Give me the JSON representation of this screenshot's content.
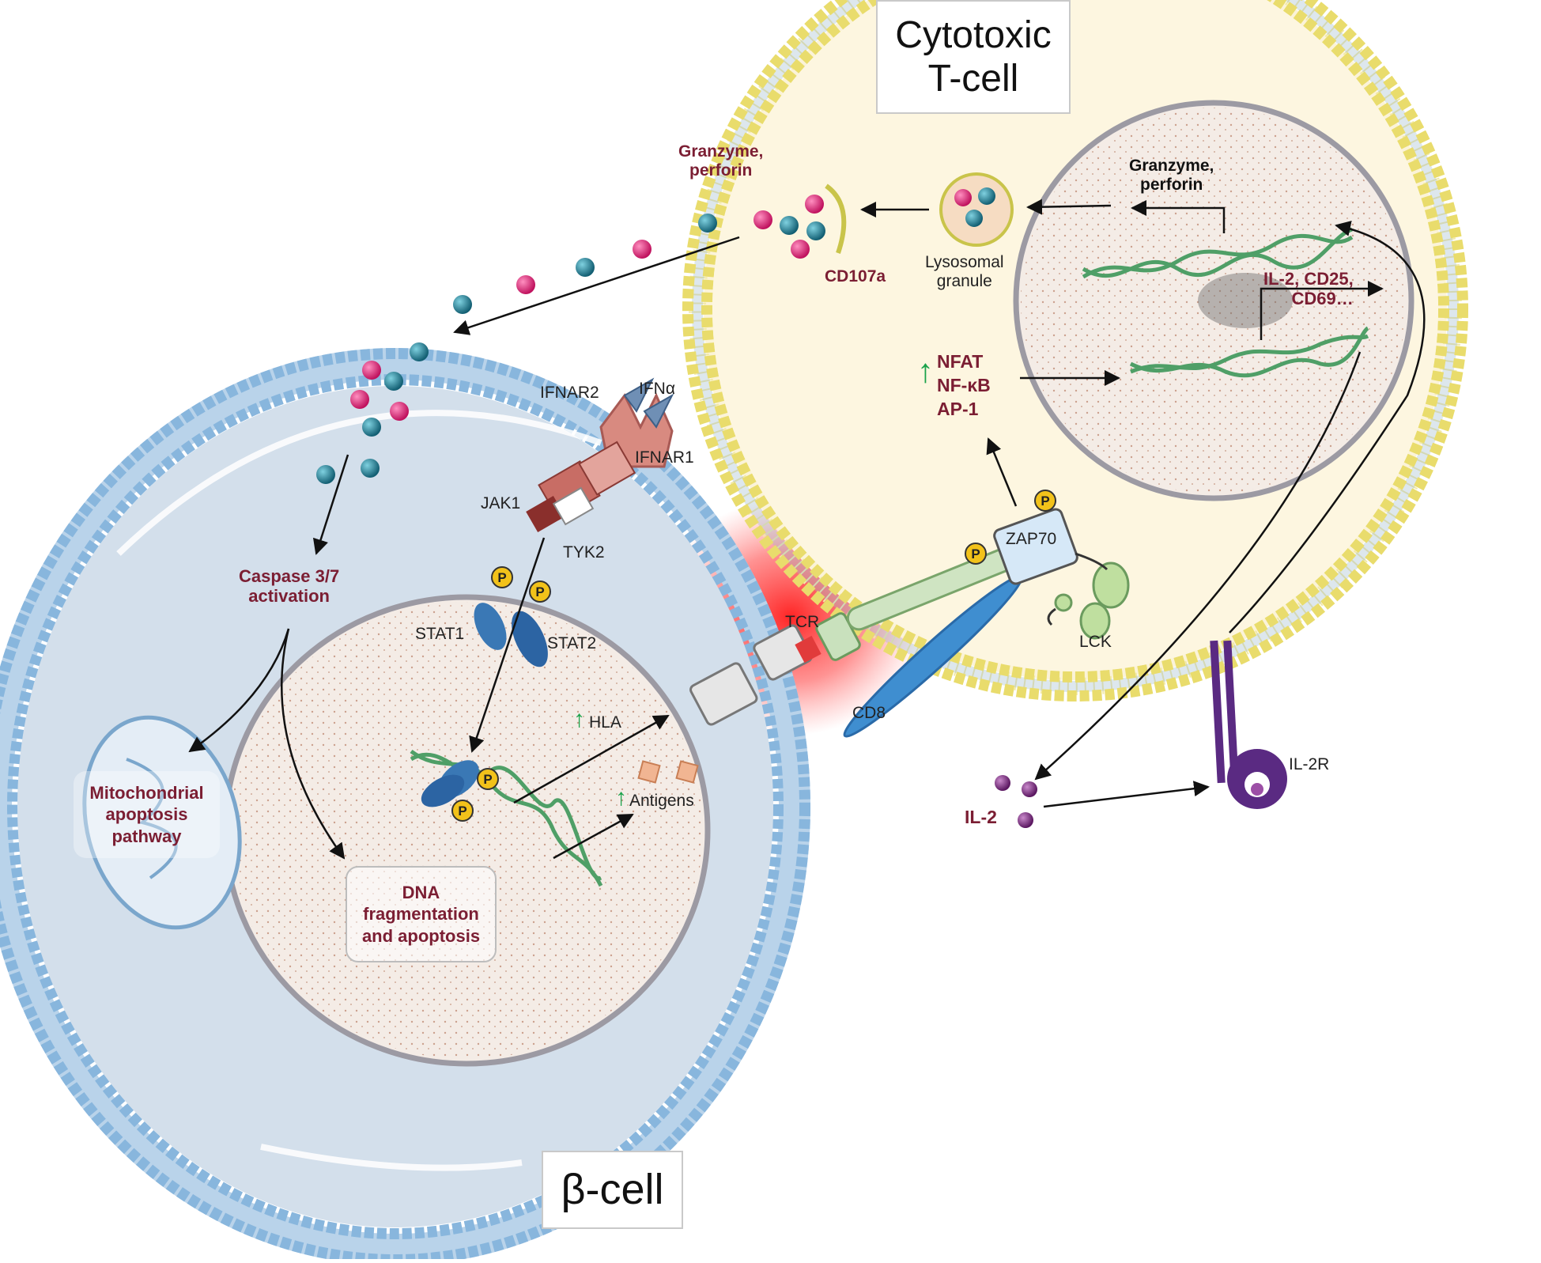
{
  "titles": {
    "tcell": "Cytotoxic\nT-cell",
    "bcell": "β-cell"
  },
  "labels": {
    "granzyme_perforin_out": "Granzyme,\nperforin",
    "granzyme_perforin_nucleus": "Granzyme,\nperforin",
    "cd107a": "CD107a",
    "lysosomal_granule": "Lysosomal\ngranule",
    "il2_cd25_cd69": "IL-2, CD25,\nCD69…",
    "tf_list": "NFAT\nNF-κB\nAP-1",
    "zap70": "ZAP70",
    "lck": "LCK",
    "tcr": "TCR",
    "cd8": "CD8",
    "il2": "IL-2",
    "il2r": "IL-2R",
    "ifnar2": "IFNAR2",
    "ifna": "IFNα",
    "ifnar1": "IFNAR1",
    "jak1": "JAK1",
    "tyk2": "TYK2",
    "stat1": "STAT1",
    "stat2": "STAT2",
    "caspase": "Caspase 3/7\nactivation",
    "mito": "Mitochondrial\napoptosis\npathway",
    "dna_frag": "DNA\nfragmentation\nand apoptosis",
    "hla": "HLA",
    "antigens": "Antigens",
    "phospho": "P",
    "up_arrow": "↑"
  },
  "colors": {
    "tcell_fill": "#fdf6e0",
    "bcell_fill": "#d4e0ec",
    "membrane_head_tcell": "#f4eca0",
    "membrane_head_bcell": "#cfe3f3",
    "granzyme": "#d01e6e",
    "perforin": "#1b6f85",
    "label_red": "#7b1e33",
    "up_green": "#1aa24a",
    "synapse_glow": "#ff2a2a",
    "il2_purple": "#6b1d6e",
    "dna_green": "#5aa36a"
  }
}
